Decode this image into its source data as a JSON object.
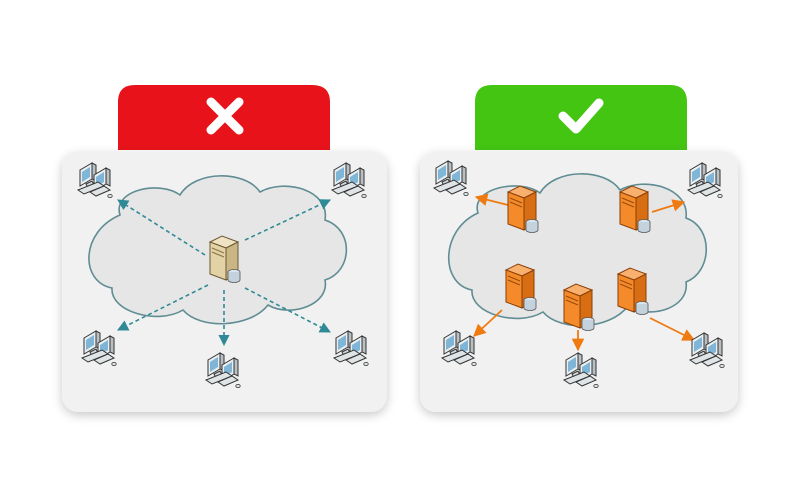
{
  "panels": [
    {
      "id": "centralized",
      "verdict": "cross",
      "header_color": "#e8131a",
      "accent": "#2f8a96",
      "server_color": "#e3d2a6",
      "server_count": 1
    },
    {
      "id": "distributed",
      "verdict": "check",
      "header_color": "#43c512",
      "accent": "#f07a12",
      "server_color": "#f58a2a",
      "server_count": 5
    }
  ],
  "icons": {
    "cross": "cross-icon",
    "check": "check-icon",
    "server": "server-icon",
    "computer": "computer-icon"
  },
  "colors": {
    "cloud_fill": "#e6e6e6",
    "cloud_stroke": "#5f8d93",
    "card_bg": "#f1f1f1"
  }
}
